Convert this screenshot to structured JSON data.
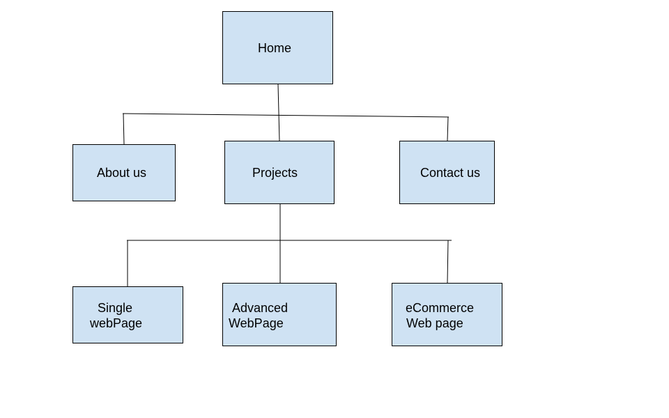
{
  "nodes": {
    "home": {
      "label": "Home"
    },
    "about": {
      "label": "About us"
    },
    "projects": {
      "label": "Projects"
    },
    "contact": {
      "label": "Contact us"
    },
    "single": {
      "line1": "Single",
      "line2": "webPage"
    },
    "advanced": {
      "line1": "Advanced",
      "line2": "WebPage"
    },
    "ecommerce": {
      "line1": "eCommerce",
      "line2": "Web page"
    }
  },
  "colors": {
    "node_fill": "#cfe2f3",
    "stroke": "#000000"
  }
}
